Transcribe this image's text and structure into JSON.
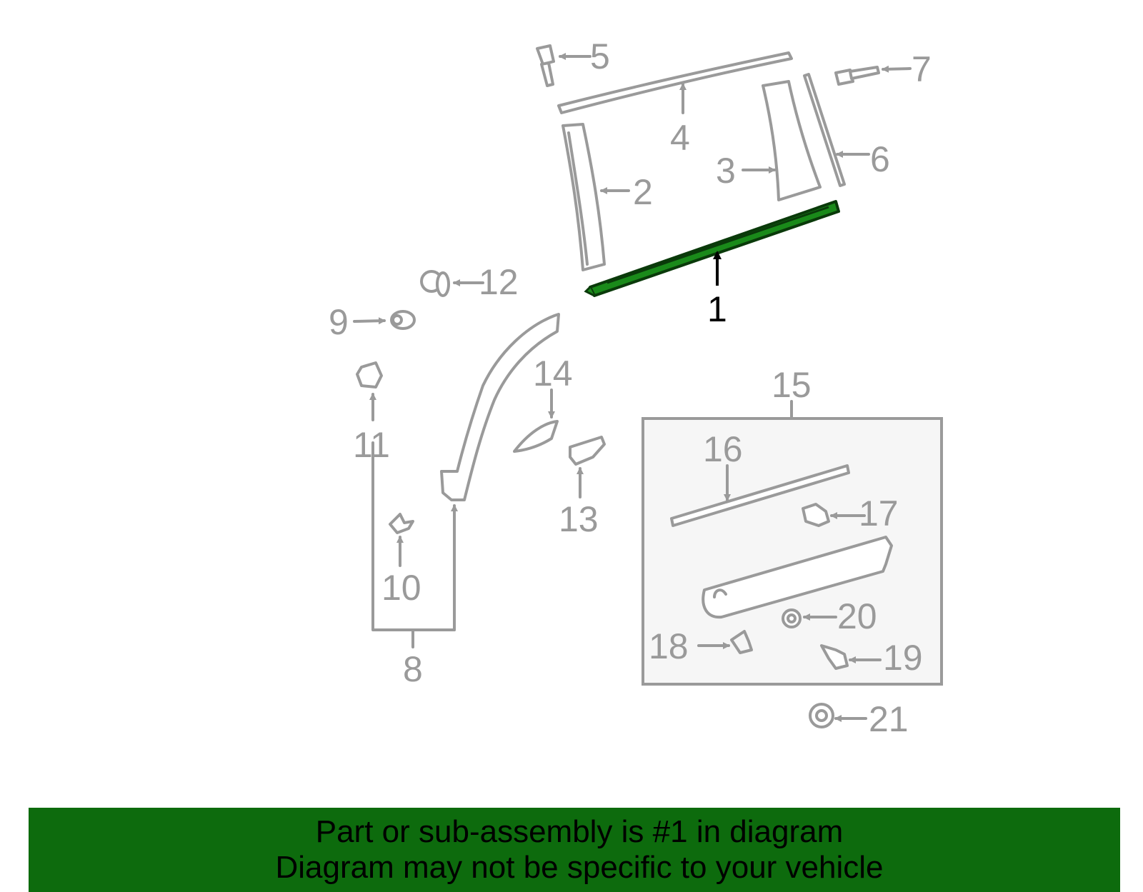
{
  "diagram": {
    "highlighted_part": "1",
    "highlight_color": "#1a8a1a",
    "line_color": "#9a9a9a",
    "callouts": [
      "1",
      "2",
      "3",
      "4",
      "5",
      "6",
      "7",
      "8",
      "9",
      "10",
      "11",
      "12",
      "13",
      "14",
      "15",
      "16",
      "17",
      "18",
      "19",
      "20",
      "21"
    ]
  },
  "footer": {
    "line1": "Part or sub-assembly is #1 in diagram",
    "line2": "Diagram may not be specific to your vehicle",
    "background": "#0d6b0d"
  }
}
